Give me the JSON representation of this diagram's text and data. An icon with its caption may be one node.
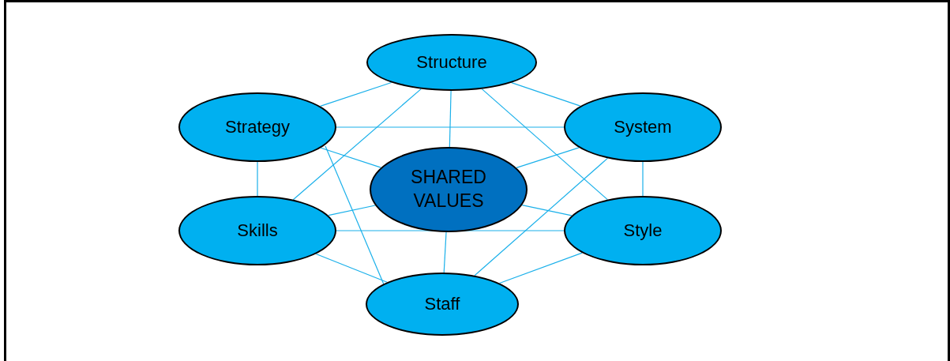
{
  "diagram": {
    "nodes": [
      {
        "text": [
          "Structure"
        ]
      },
      {
        "text": [
          "Strategy"
        ]
      },
      {
        "text": [
          "System"
        ]
      },
      {
        "text": [
          "SHARED VALUES"
        ]
      },
      {
        "text": [
          "Skills"
        ]
      },
      {
        "text": [
          "Style"
        ]
      },
      {
        "text": [
          "Staff"
        ]
      }
    ],
    "edges": [
      {
        "from": 0,
        "to": 1,
        "arrow": "none"
      },
      {
        "from": 0,
        "to": 2,
        "arrow": "none"
      },
      {
        "from": 0,
        "to": 3,
        "arrow": "none"
      },
      {
        "from": 0,
        "to": 4,
        "arrow": "none"
      },
      {
        "from": 0,
        "to": 5,
        "arrow": "none"
      },
      {
        "from": 1,
        "to": 2,
        "arrow": "none"
      },
      {
        "from": 1,
        "to": 3,
        "arrow": "none"
      },
      {
        "from": 1,
        "to": 4,
        "arrow": "none"
      },
      {
        "from": 1,
        "to": 6,
        "arrow": "none"
      },
      {
        "from": 2,
        "to": 3,
        "arrow": "none"
      },
      {
        "from": 2,
        "to": 5,
        "arrow": "none"
      },
      {
        "from": 2,
        "to": 6,
        "arrow": "none"
      },
      {
        "from": 3,
        "to": 4,
        "arrow": "none"
      },
      {
        "from": 3,
        "to": 5,
        "arrow": "none"
      },
      {
        "from": 3,
        "to": 6,
        "arrow": "none"
      },
      {
        "from": 4,
        "to": 5,
        "arrow": "none"
      },
      {
        "from": 4,
        "to": 6,
        "arrow": "none"
      },
      {
        "from": 5,
        "to": 6,
        "arrow": "none"
      }
    ]
  }
}
